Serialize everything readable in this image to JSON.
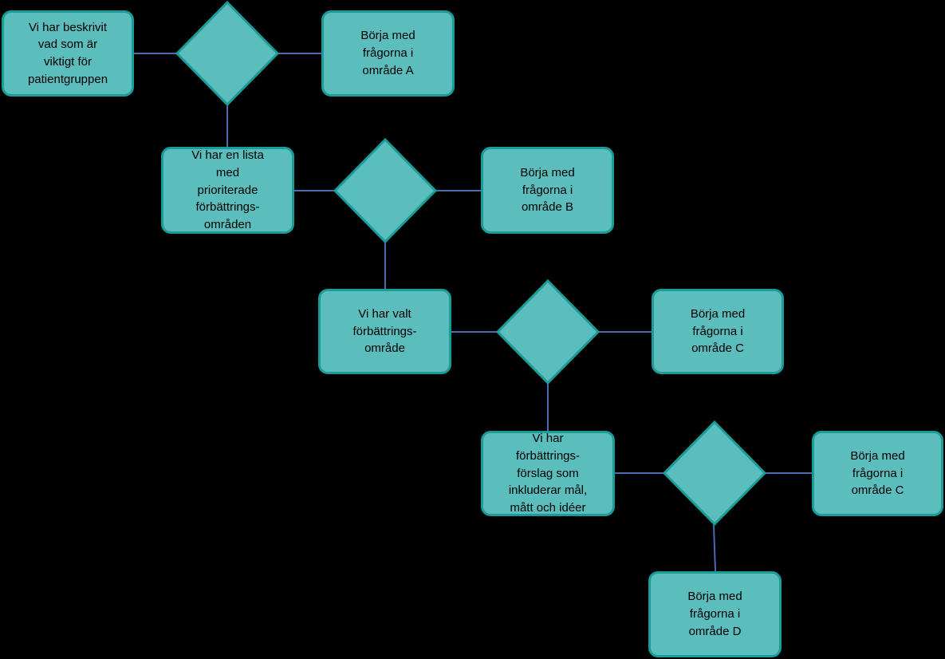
{
  "diagram": {
    "colors": {
      "box_fill": "#5bbdbc",
      "box_border": "#1a9c98",
      "diamond_fill": "#5bbdbc",
      "diamond_border": "#1a9c98",
      "connector": "#4a6bb0",
      "background": "#000000"
    },
    "conditions": [
      {
        "text": "Vi har beskrivit\nvad som är\nviktigt för\npatientgruppen"
      },
      {
        "text": "Vi har en lista\nmed\nprioriterade\nförbättrings-\nområden"
      },
      {
        "text": "Vi har valt\nförbättrings-\nområde"
      },
      {
        "text": "Vi har\nförbättrings-\nförslag som\ninkluderar mål,\nmått och idéer"
      }
    ],
    "outcomes": [
      {
        "text": "Börja med\nfrågorna i\nområde A"
      },
      {
        "text": "Börja med\nfrågorna i\nområde B"
      },
      {
        "text": "Börja med\nfrågorna i\nområde C"
      },
      {
        "text": "Börja med\nfrågorna i\nområde C"
      },
      {
        "text": "Börja med\nfrågorna i\nområde D"
      }
    ]
  }
}
